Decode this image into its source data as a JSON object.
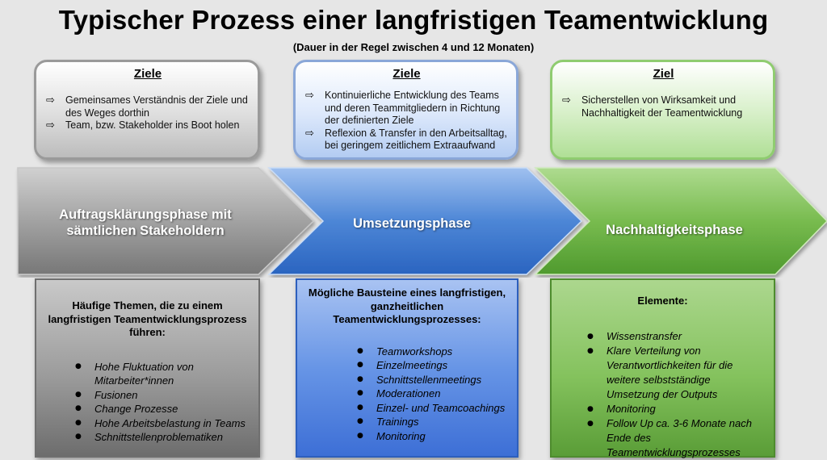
{
  "title": "Typischer Prozess einer langfristigen Teamentwicklung",
  "subtitle": "(Dauer in der Regel zwischen 4 und 12 Monaten)",
  "colors": {
    "phase1": "#8c8c8c",
    "phase2": "#3f7fd0",
    "phase3": "#6db646"
  },
  "goals": [
    {
      "title": "Ziele",
      "items": [
        "Gemeinsames Verständnis der Ziele und des Weges dorthin",
        "Team, bzw. Stakeholder ins Boot holen"
      ]
    },
    {
      "title": "Ziele",
      "items": [
        "Kontinuierliche Entwicklung des Teams und deren Teammitgliedern in Richtung der definierten Ziele",
        "Reflexion & Transfer in den Arbeitsalltag, bei geringem zeitlichem Extraaufwand"
      ]
    },
    {
      "title": "Ziel",
      "items": [
        "Sicherstellen von Wirksamkeit und Nachhaltigkeit der Teamentwicklung"
      ]
    }
  ],
  "phases": [
    {
      "line1": "Auftragsklärungsphase mit",
      "line2": "sämtlichen Stakeholdern"
    },
    {
      "line1": "Umsetzungsphase",
      "line2": ""
    },
    {
      "line1": "Nachhaltigkeitsphase",
      "line2": ""
    }
  ],
  "details": [
    {
      "title": "Häufige Themen, die zu einem langfristigen Teamentwicklungsprozess führen:",
      "items": [
        "Hohe Fluktuation von Mitarbeiter*innen",
        "Fusionen",
        "Change Prozesse",
        "Hohe Arbeitsbelastung in Teams",
        "Schnittstellenproblematiken"
      ]
    },
    {
      "title": "Mögliche Bausteine eines langfristigen, ganzheitlichen Teamentwicklungsprozesses:",
      "items": [
        "Teamworkshops",
        "Einzelmeetings",
        "Schnittstellenmeetings",
        "Moderationen",
        "Einzel- und Teamcoachings",
        "Trainings",
        "Monitoring"
      ]
    },
    {
      "title": "Elemente:",
      "items": [
        "Wissenstransfer",
        "Klare Verteilung von Verantwortlichkeiten für die weitere selbstständige Umsetzung der Outputs",
        "Monitoring",
        "Follow Up ca. 3-6 Monate nach Ende des Teamentwicklungsprozesses"
      ]
    }
  ]
}
